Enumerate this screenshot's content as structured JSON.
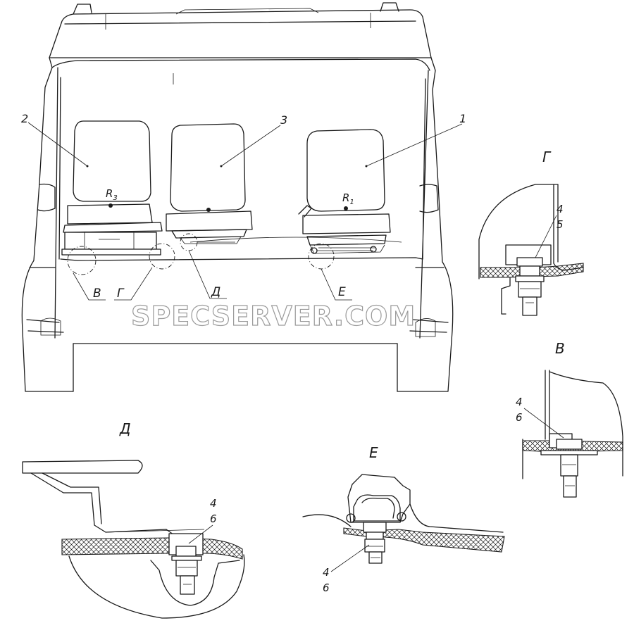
{
  "watermark": "SPECSERVER.COM",
  "seat_labels": {
    "seat_left": "2",
    "seat_middle": "3",
    "seat_right": "1"
  },
  "seat_marks": {
    "left": "R",
    "left_sub": "3",
    "right": "R",
    "right_sub": "1"
  },
  "view_markers": {
    "v": "В",
    "g": "Г",
    "d": "Д",
    "e": "Е"
  },
  "detail_titles": {
    "g": "Г",
    "v": "В",
    "d": "Д",
    "e": "Е"
  },
  "detail_parts": {
    "g_top": "4",
    "g_bottom": "5",
    "v_top": "4",
    "v_bottom": "6",
    "d_top": "4",
    "d_bottom": "6",
    "e_top": "4",
    "e_bottom": "6"
  }
}
